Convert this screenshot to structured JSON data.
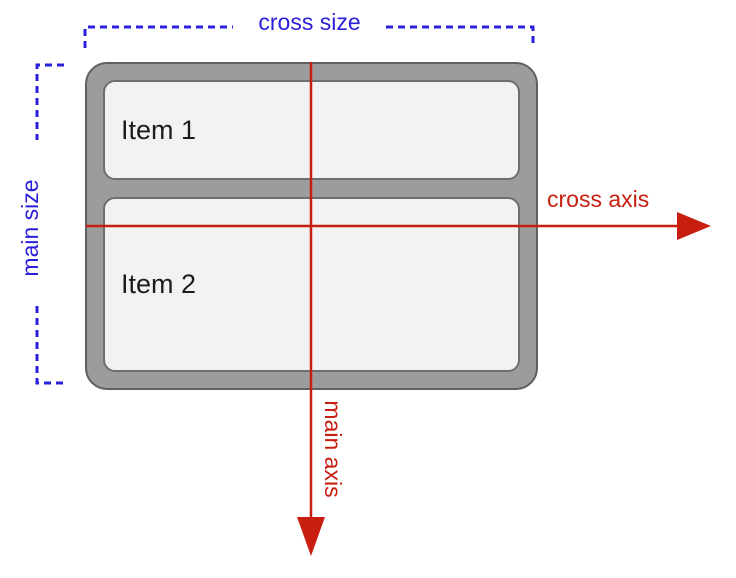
{
  "diagram": {
    "container": {
      "item1_label": "Item 1",
      "item2_label": "Item 2"
    },
    "labels": {
      "cross_size": "cross size",
      "main_size": "main size",
      "cross_axis": "cross axis",
      "main_axis": "main axis"
    },
    "colors": {
      "size_annotation": "#2a20d9",
      "axis_annotation": "#c81e10",
      "container_fill": "#9c9c9c",
      "container_border": "#5f5f5f",
      "item_fill": "#f2f2f2",
      "item_border": "#6e6e6e",
      "item_text": "#1c1c1c"
    }
  }
}
